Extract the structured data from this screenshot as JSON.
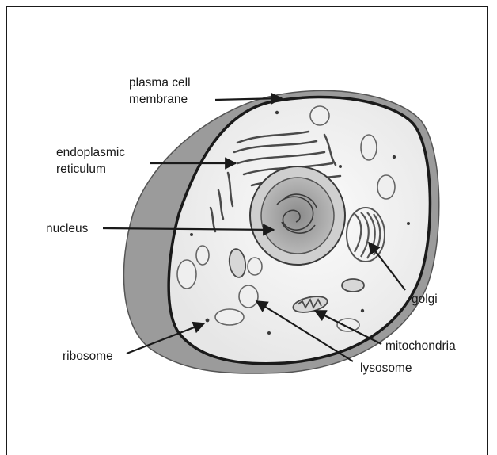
{
  "figure": {
    "title": "",
    "labels": {
      "plasma_membrane": [
        "plasma cell",
        "membrane"
      ],
      "er": [
        "endoplasmic",
        "reticulum"
      ],
      "nucleus": "nucleus",
      "golgi": "golgi",
      "ribosome": "ribosome",
      "mitochondria": "mitochondria",
      "lysosome": "lysosome"
    }
  },
  "colors": {
    "ink": "#1a1a1a",
    "membrane_outer": "#9b9b9b",
    "cytoplasm": "#f2f2f2",
    "nucleus": "#a9a9a9",
    "nucleolus": "#4a4a4a"
  }
}
